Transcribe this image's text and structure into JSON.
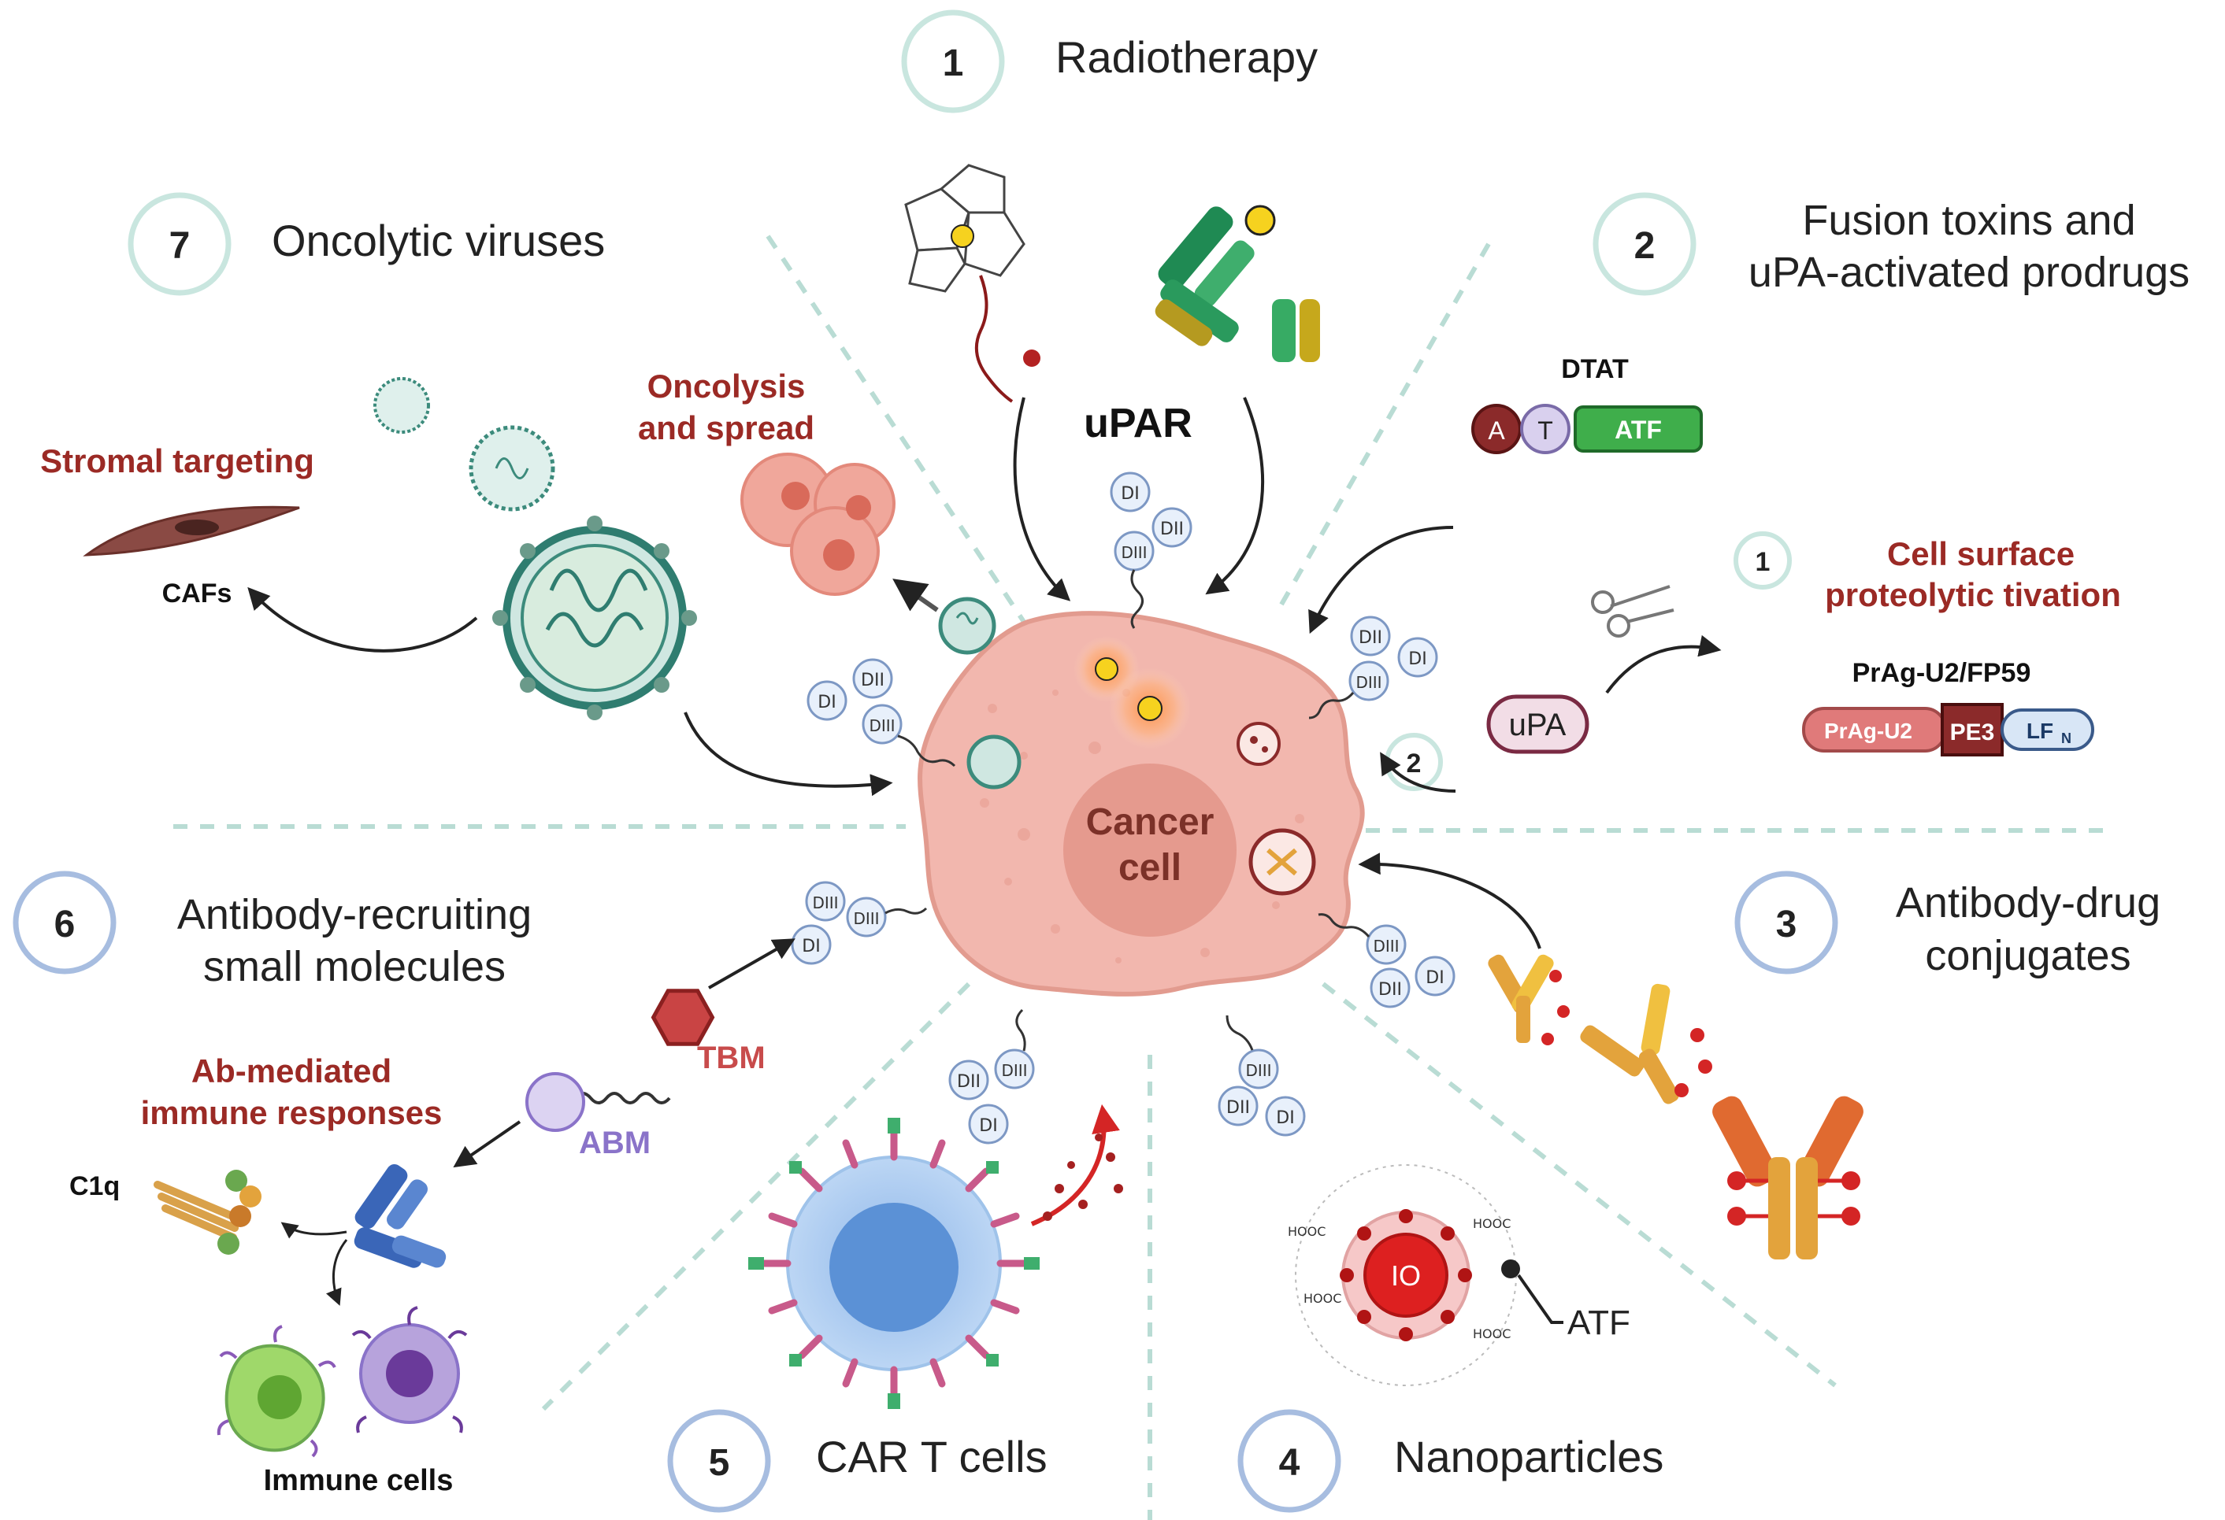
{
  "center": {
    "line1": "Cancer",
    "line2": "cell",
    "receptor": "uPAR"
  },
  "strategies": [
    {
      "num": "1",
      "title": "Radiotherapy"
    },
    {
      "num": "2",
      "title_line1": "Fusion toxins and",
      "title_line2": "uPA-activated prodrugs"
    },
    {
      "num": "3",
      "title_line1": "Antibody-drug",
      "title_line2": "conjugates"
    },
    {
      "num": "4",
      "title": "Nanoparticles"
    },
    {
      "num": "5",
      "title": "CAR T cells"
    },
    {
      "num": "6",
      "title_line1": "Antibody-recruiting",
      "title_line2": "small molecules"
    },
    {
      "num": "7",
      "title": "Oncolytic viruses"
    }
  ],
  "domains": {
    "d1": "DI",
    "d2": "DII",
    "d3": "DIII"
  },
  "fusion": {
    "dtat_label": "DTAT",
    "a": "A",
    "t": "T",
    "atf": "ATF",
    "upa": "uPA",
    "sub1_num": "1",
    "sub2_num": "2",
    "cell_surface_line1": "Cell surface",
    "cell_surface_line2": "proteolytic tivation",
    "prag_label": "PrAg-U2/FP59",
    "prag": "PrAg-U2",
    "pe3": "PE3",
    "lfn": "LF",
    "lfn_sub": "N"
  },
  "virus": {
    "oncolysis_line1": "Oncolysis",
    "oncolysis_line2": "and spread",
    "stromal": "Stromal targeting",
    "cafs": "CAFs"
  },
  "arsm": {
    "ab_mediated_line1": "Ab-mediated",
    "ab_mediated_line2": "immune responses",
    "tbm": "TBM",
    "abm": "ABM",
    "c1q": "C1q",
    "immune_cells": "Immune cells"
  },
  "nano": {
    "io": "IO",
    "atf": "ATF",
    "hooc": "HOOC"
  },
  "colors": {
    "cell_body": "#f2b7ae",
    "nucleus": "#e59a8e",
    "circle_border": "#c9e6df",
    "circle_border_blue": "#a7bde0",
    "dashed": "#b9dcd4",
    "red_text": "#9b2a25"
  }
}
